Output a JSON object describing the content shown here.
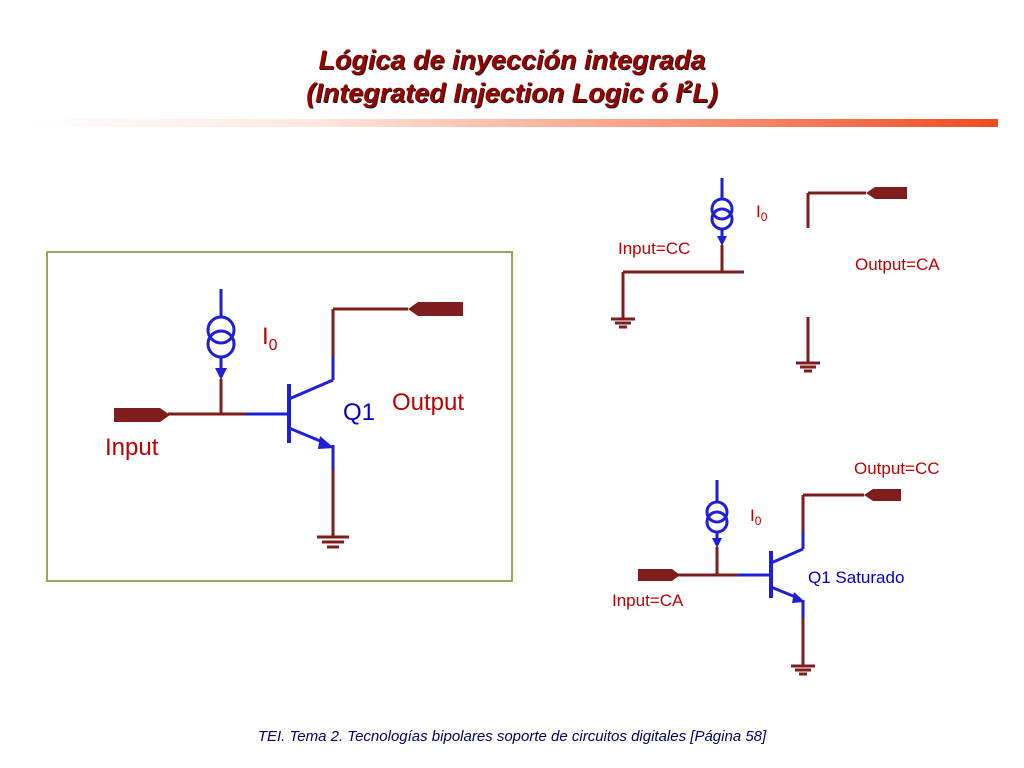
{
  "title": {
    "line1": "Lógica de inyección integrada",
    "line2_text": "(Integrated Injection Logic ó I",
    "line2_sup": "2",
    "line2_end": "L)"
  },
  "main_circuit": {
    "current_source_label": "I",
    "current_source_sub": "0",
    "transistor_label": "Q1",
    "output_label": "Output",
    "input_label": "Input"
  },
  "case_cc": {
    "current_source_label": "I",
    "current_source_sub": "0",
    "input_label": "Input=CC",
    "output_label": "Output=CA"
  },
  "case_ca": {
    "current_source_label": "I",
    "current_source_sub": "0",
    "input_label": "Input=CA",
    "output_label": "Output=CC",
    "transistor_label": "Q1 Saturado"
  },
  "footer": "TEI. Tema 2. Tecnologías bipolares soporte de circuitos digitales [Página 58]",
  "colors": {
    "wire": "#7f1d1d",
    "device": "#1f1fd6",
    "label_red": "#c00000",
    "label_blue": "#0000c8",
    "frame": "#a0a060"
  }
}
